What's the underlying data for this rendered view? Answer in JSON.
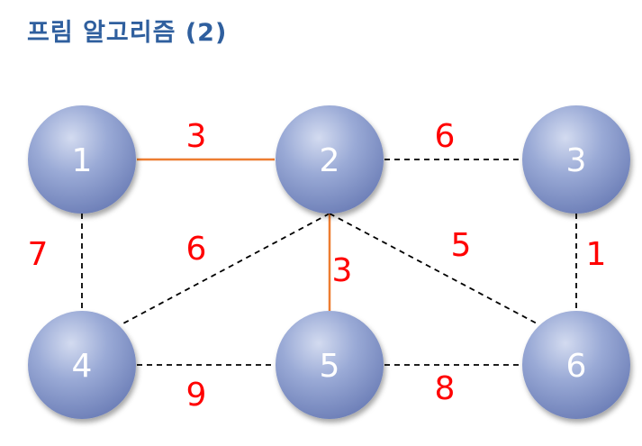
{
  "title": "프림 알고리즘 (2)",
  "colors": {
    "title": "#2f5f9e",
    "weight_text": "#ff0000",
    "selected_edge": "#ed7d31",
    "unselected_edge": "#000000",
    "node_fill": "#8fa0cf"
  },
  "nodes": [
    {
      "id": "n1",
      "label": "1"
    },
    {
      "id": "n2",
      "label": "2"
    },
    {
      "id": "n3",
      "label": "3"
    },
    {
      "id": "n4",
      "label": "4"
    },
    {
      "id": "n5",
      "label": "5"
    },
    {
      "id": "n6",
      "label": "6"
    }
  ],
  "edges": [
    {
      "id": "e12",
      "from": "1",
      "to": "2",
      "weight": "3",
      "selected": true
    },
    {
      "id": "e23",
      "from": "2",
      "to": "3",
      "weight": "6",
      "selected": false
    },
    {
      "id": "e14",
      "from": "1",
      "to": "4",
      "weight": "7",
      "selected": false
    },
    {
      "id": "e24",
      "from": "2",
      "to": "4",
      "weight": "6",
      "selected": false
    },
    {
      "id": "e25",
      "from": "2",
      "to": "5",
      "weight": "3",
      "selected": true
    },
    {
      "id": "e26",
      "from": "2",
      "to": "6",
      "weight": "5",
      "selected": false
    },
    {
      "id": "e36",
      "from": "3",
      "to": "6",
      "weight": "1",
      "selected": false
    },
    {
      "id": "e45",
      "from": "4",
      "to": "5",
      "weight": "9",
      "selected": false
    },
    {
      "id": "e56",
      "from": "5",
      "to": "6",
      "weight": "8",
      "selected": false
    }
  ]
}
